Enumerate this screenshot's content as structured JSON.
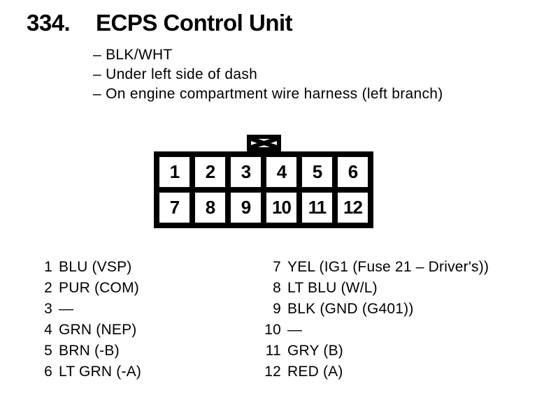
{
  "colors": {
    "ink": "#000000",
    "paper": "#ffffff"
  },
  "header": {
    "item_number": "334.",
    "title": "ECPS Control Unit",
    "details": [
      "– BLK/WHT",
      "– Under left side of dash",
      "– On engine compartment wire harness (left branch)"
    ]
  },
  "connector": {
    "rows": [
      [
        "1",
        "2",
        "3",
        "4",
        "5",
        "6"
      ],
      [
        "7",
        "8",
        "9",
        "10",
        "11",
        "12"
      ]
    ]
  },
  "pin_list": {
    "left": [
      {
        "pin": "1",
        "label": "BLU (VSP)"
      },
      {
        "pin": "2",
        "label": "PUR (COM)"
      },
      {
        "pin": "3",
        "label": "—"
      },
      {
        "pin": "4",
        "label": "GRN (NEP)"
      },
      {
        "pin": "5",
        "label": "BRN (-B)"
      },
      {
        "pin": "6",
        "label": "LT GRN (-A)"
      }
    ],
    "right": [
      {
        "pin": "7",
        "label": "YEL (IG1 (Fuse 21 – Driver's))"
      },
      {
        "pin": "8",
        "label": "LT BLU (W/L)"
      },
      {
        "pin": "9",
        "label": "BLK (GND (G401))"
      },
      {
        "pin": "10",
        "label": "—"
      },
      {
        "pin": "11",
        "label": "GRY (B)"
      },
      {
        "pin": "12",
        "label": "RED (A)"
      }
    ]
  }
}
